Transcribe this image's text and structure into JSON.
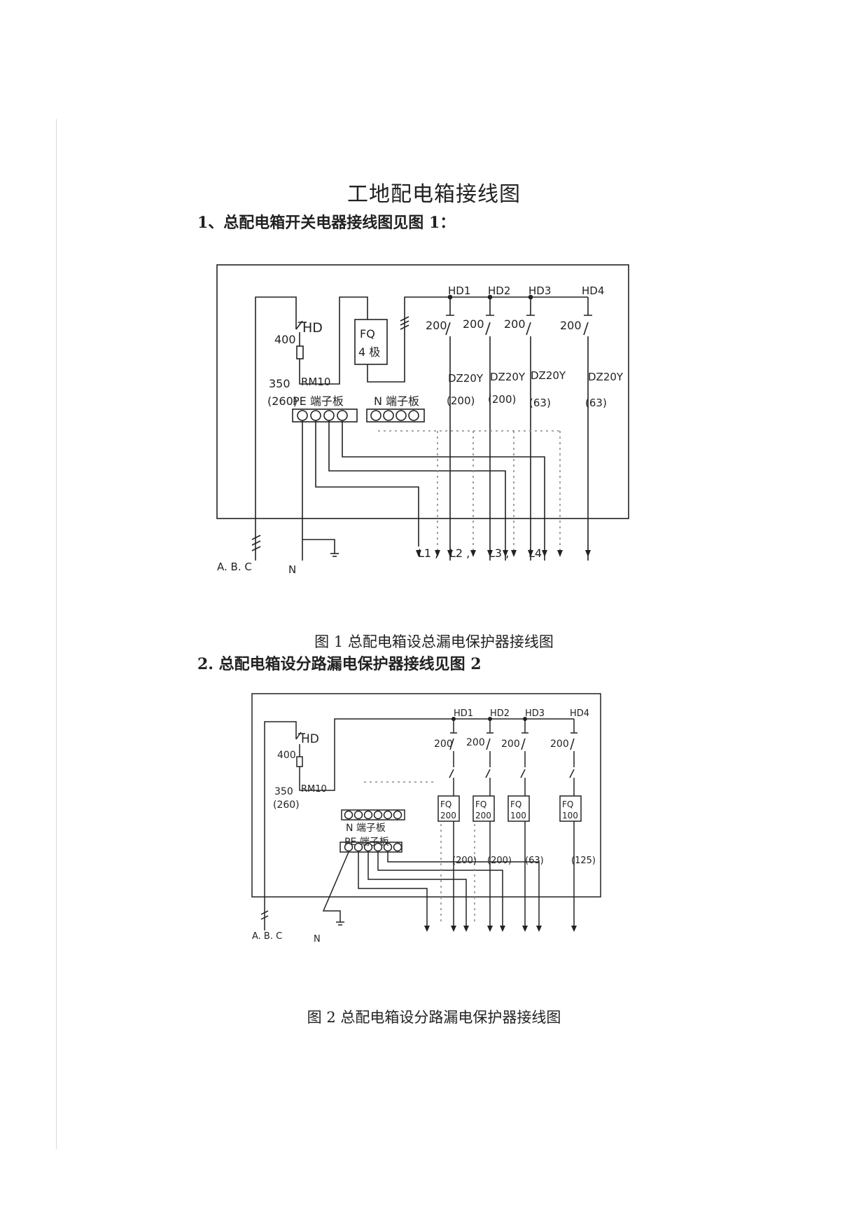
{
  "title": "工地配电箱接线图",
  "section1": {
    "heading": "1、总配电箱开关电器接线图见图 1：",
    "caption": "图 1 总配电箱设总漏电保护器接线图"
  },
  "section2": {
    "heading": "2. 总配电箱设分路漏电保护器接线见图 2",
    "caption": "图 2 总配电箱设分路漏电保护器接线图"
  },
  "fig1": {
    "hd_label": "HD",
    "hd_rating": "400",
    "fuse_label": "RM10",
    "rating_350": "350",
    "rating_260": "(260)",
    "fq_line1": "FQ",
    "fq_line2": "4 极",
    "pe_board": "PE 端子板",
    "n_board": "N 端子板",
    "branch_hd": [
      "HD1",
      "HD2",
      "HD3",
      "HD4"
    ],
    "branch_rating": [
      "200",
      "200",
      "200",
      "200"
    ],
    "breaker": [
      "DZ20Y",
      "DZ20Y",
      "DZ20Y",
      "DZ20Y"
    ],
    "breaker_rating": [
      "(200)",
      "(200)",
      "(63)",
      "(63)"
    ],
    "abc": "A. B. C",
    "n": "N",
    "outputs": [
      "L1 ,",
      "L2 ,",
      "L3 ,",
      "L4"
    ]
  },
  "fig2": {
    "hd_label": "HD",
    "hd_rating": "400",
    "fuse_label": "RM10",
    "rating_350": "350",
    "rating_260": "(260)",
    "n_board": "N 端子板",
    "pe_board": "PE 端子板",
    "branch_hd": [
      "HD1",
      "HD2",
      "HD3",
      "HD4"
    ],
    "branch_rating": [
      "200",
      "200",
      "200",
      "200"
    ],
    "fq": [
      {
        "top": "FQ",
        "bottom": "200"
      },
      {
        "top": "FQ",
        "bottom": "200"
      },
      {
        "top": "FQ",
        "bottom": "100"
      },
      {
        "top": "FQ",
        "bottom": "100"
      }
    ],
    "fq_rating": [
      "(200)",
      "(200)",
      "(63)",
      "(125)"
    ],
    "abc": "A. B. C",
    "n": "N"
  }
}
